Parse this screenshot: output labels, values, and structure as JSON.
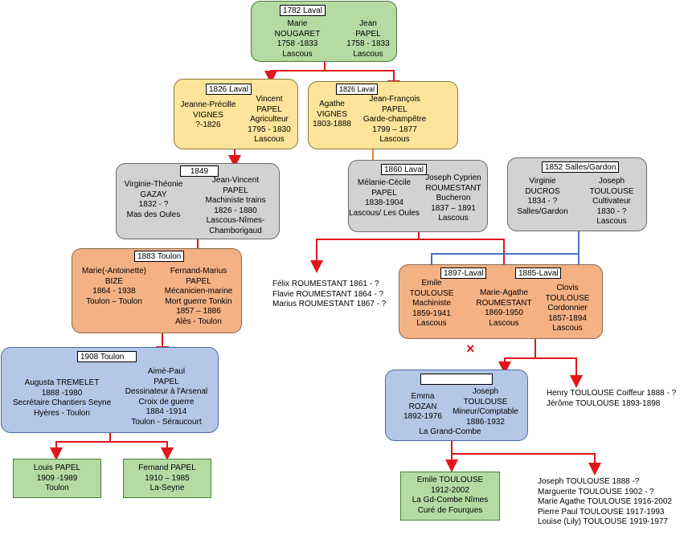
{
  "gen1": {
    "marriage": "1782 Laval",
    "left": [
      "Marie",
      "NOUGARET",
      "1758 -1833",
      "Lascous"
    ],
    "right": [
      "Jean",
      "PAPEL",
      "1758 - 1833",
      "Lascous"
    ]
  },
  "gen2a": {
    "marriage": "1826 Laval",
    "left": [
      "Jeanne-Précille",
      "VIGNES",
      "?-1826"
    ],
    "right": [
      "Vincent",
      "PAPEL",
      "Agriculteur",
      "1795 - 1830",
      "Lascous"
    ]
  },
  "gen2b": {
    "marriage": "1826 Laval",
    "left": [
      "Agathe",
      "VIGNES",
      "1803-1888"
    ],
    "right": [
      "Jean-François",
      "PAPEL",
      "Garde-champêtre",
      "1799 – 1877",
      "Lascous"
    ]
  },
  "gen3a": {
    "marriage": "1849",
    "left": [
      "Virginie-Théonie",
      "GAZAY",
      "1832 - ?",
      "Mas des Oules"
    ],
    "right": [
      "Jean-Vincent",
      "PAPEL",
      "Machiniste trains",
      "1826 - 1880",
      "Lascous-Nîmes-",
      "Chamborigaud"
    ]
  },
  "gen3b": {
    "marriage": "1860 Laval",
    "left": [
      "Mélanie-Cécile",
      "PAPEL",
      "1838-1904",
      "Lascous/ Les Oules"
    ],
    "right": [
      "Joseph Cyprien",
      "ROUMESTANT",
      "Bucheron",
      "1837 – 1891",
      "Lascous"
    ]
  },
  "gen3c": {
    "marriage": "1852 Salles/Gardon",
    "left": [
      "Virginie",
      "DUCROS",
      "1834 - ?",
      "Salles/Gardon"
    ],
    "right": [
      "Joseph",
      "TOULOUSE",
      "Cultivateur",
      "1830 - ?",
      "Lascous"
    ]
  },
  "gen4a": {
    "marriage": "1883 Toulon",
    "left": [
      "Marie(-Antoinette)",
      "BIZE",
      "1864 - 1938",
      "Toulon – Toulon"
    ],
    "right": [
      "Fernand-Marius",
      "PAPEL",
      "Mécanicien-marine",
      "Mort guerre Tonkin",
      "1857 – 1886",
      "Alès - Toulon"
    ]
  },
  "gen4b": {
    "marriage1": "1897-Laval",
    "marriage2": "1885-Laval",
    "left": [
      "Emile",
      "TOULOUSE",
      "Machiniste",
      "1859-1941",
      "Lascous"
    ],
    "middle": [
      "Marie-Agathe",
      "ROUMESTANT",
      "1869-1950",
      "Lascous"
    ],
    "right": [
      "Clovis",
      "TOULOUSE",
      "Cordonnier",
      "1857-1894",
      "Lascous"
    ]
  },
  "roumestant_children": [
    "Félix ROUMESTANT 1861 - ?",
    "Flavie ROUMESTANT 1864 - ?",
    "Marius ROUMESTANT 1867 - ?"
  ],
  "gen5a": {
    "marriage": "1908 Toulon",
    "left": [
      "Augusta TREMELET",
      "1888 -1980",
      "Secrétaire Chantiers Seyne",
      "Hyères - Toulon"
    ],
    "right": [
      "Aimé-Paul",
      "PAPEL",
      "Dessinateur à l'Arsenal",
      "Croix de guerre",
      "1884 -1914",
      "Toulon - Séraucourt"
    ]
  },
  "gen5b": {
    "marriage": "",
    "left": [
      "Emma",
      "ROZAN",
      "1892-1976"
    ],
    "right": [
      "Joseph",
      "TOULOUSE",
      "Mineur/Comptable",
      "1886-1932"
    ],
    "bottom": "La Grand-Combe"
  },
  "clovis_children": [
    "Henry TOULOUSE Coiffeur 1888 - ?",
    "Jérôme TOULOUSE 1893-1898"
  ],
  "gen6a": [
    "Louis PAPEL",
    "1909 -1989",
    "Toulon"
  ],
  "gen6b": [
    "Fernand PAPEL",
    "1910 – 1985",
    "La-Seyne"
  ],
  "gen6c": [
    "Emile TOULOUSE",
    "1912-2002",
    "La Gd-Combe Nîmes",
    "Curé de Fourques"
  ],
  "joseph_children": [
    "Joseph TOULOUSE 1888 -?",
    "Marguerite TOULOUSE 1902 - ?",
    "Marie Agathe TOULOUSE 1916-2002",
    "Pierre Paul TOULOUSE 1917-1993",
    "Louise (Lily) TOULOUSE 1919-1977"
  ],
  "divorce_mark": "×",
  "colors": {
    "green": "#b5dba3",
    "yellow": "#fde49a",
    "grey": "#d2d2d2",
    "orange": "#f4b183",
    "blue": "#b4c7e7",
    "red_link": "#e0161b",
    "blue_link": "#4472c4",
    "orange_link": "#ed7d31"
  }
}
